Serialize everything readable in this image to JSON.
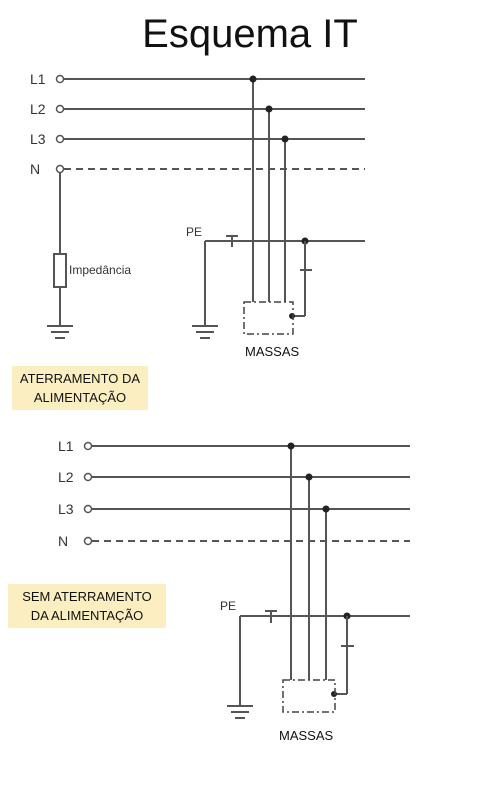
{
  "title": "Esquema IT",
  "colors": {
    "tag_bg": "#fbeec0",
    "wire": "#555555"
  },
  "diagram_top": {
    "lines": [
      "L1",
      "L2",
      "L3",
      "N"
    ],
    "pe_label": "PE",
    "impedance_label": "Impedância",
    "masses_label": "MASSAS",
    "caption": "ATERRAMENTO DA ALIMENTAÇÃO"
  },
  "diagram_bottom": {
    "lines": [
      "L1",
      "L2",
      "L3",
      "N"
    ],
    "pe_label": "PE",
    "masses_label": "MASSAS",
    "caption": "SEM ATERRAMENTO DA ALIMENTAÇÃO"
  }
}
